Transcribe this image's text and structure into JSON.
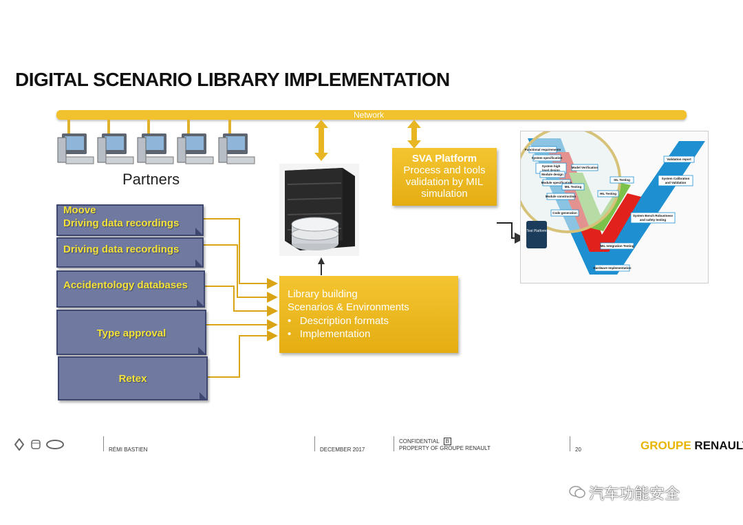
{
  "slide": {
    "title": "DIGITAL SCENARIO LIBRARY IMPLEMENTATION",
    "network_label": "Network",
    "partners_label": "Partners"
  },
  "sources": [
    {
      "line1": "Moove",
      "line2": "Driving data recordings"
    },
    {
      "line1": "Driving data recordings"
    },
    {
      "line1": "Accidentology databases"
    },
    {
      "line1": "Type approval"
    },
    {
      "line1": "Retex"
    }
  ],
  "library": {
    "line1": "Library building",
    "line2": "Scenarios & Environments",
    "bullet1": "Description formats",
    "bullet2": "Implementation"
  },
  "sva": {
    "title": "SVA Platform",
    "line1": "Process and tools",
    "line2": "validation by MIL",
    "line3": "simulation"
  },
  "vcycle": {
    "labels": [
      "Functional requirements",
      "System specification",
      "System high level design",
      "Module design",
      "Module specification",
      "Module construction",
      "Code generation",
      "Model Verification",
      "MIL Testing",
      "HIL Testing",
      "SIL Testing",
      "MIL Integration Testing",
      "Hardware Implementation",
      "System Bench Robustness and safety testing",
      "System Calibration and Validation",
      "Validation report",
      "Test Platform",
      "Test"
    ]
  },
  "footer": {
    "author": "RÉMI BASTIEN",
    "date": "DECEMBER 2017",
    "confidential": "CONFIDENTIAL",
    "confidential_badge": "B",
    "property": "PROPERTY OF GROUPE RENAULT",
    "page": "20",
    "brand_part1": "GROUPE",
    "brand_part2": "RENAULT",
    "brand_part1_color": "#e8b400",
    "brand_part2_color": "#111111"
  },
  "watermark": "汽车功能安全",
  "colors": {
    "gold": "#f2c12e",
    "source_fill": "#707aa0",
    "source_text": "#f4e23a",
    "v_blue": "#1e8fd0",
    "v_red": "#e0211c",
    "v_green": "#7cc24a"
  }
}
